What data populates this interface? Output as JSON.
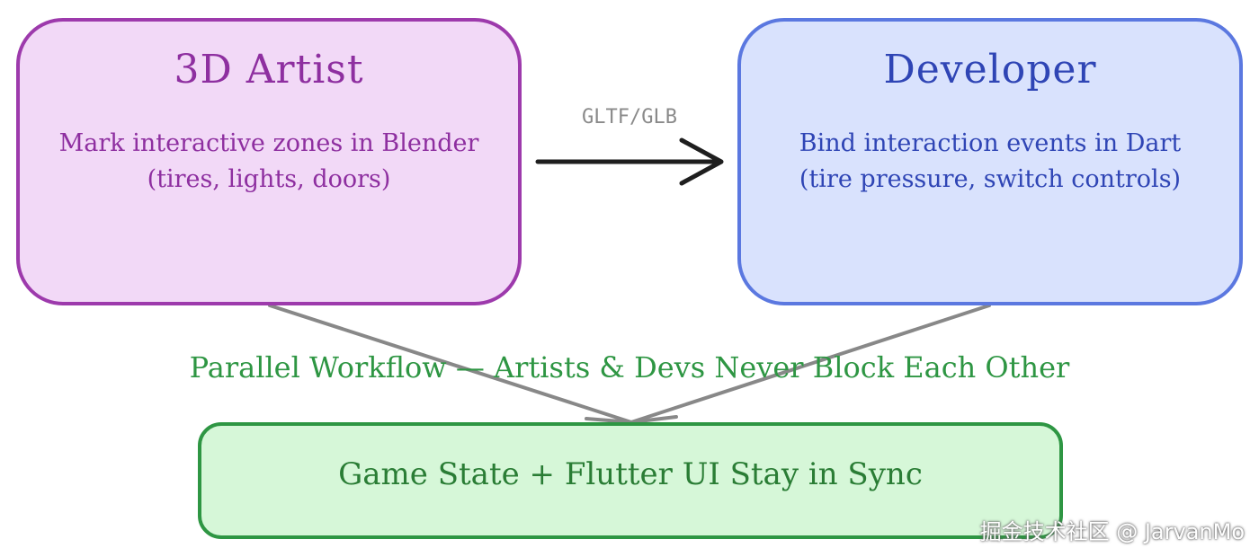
{
  "artist": {
    "title": "3D Artist",
    "line1": "Mark interactive zones in Blender",
    "line2": "(tires, lights, doors)"
  },
  "developer": {
    "title": "Developer",
    "line1": "Bind interaction events in Dart",
    "line2": "(tire pressure, switch controls)"
  },
  "handoff_arrow": {
    "label": "GLTF/GLB"
  },
  "workflow": {
    "label": "Parallel Workflow — Artists & Devs Never Block Each Other"
  },
  "result": {
    "label": "Game State + Flutter UI Stay in Sync"
  },
  "watermark": {
    "text": "掘金技术社区 @ JarvanMo"
  },
  "colors": {
    "artist_fill": "#f2d9f7",
    "artist_stroke": "#9d3aac",
    "developer_fill": "#d9e2fd",
    "developer_stroke": "#5b78e0",
    "result_fill": "#d6f7d8",
    "result_stroke": "#2e9643",
    "connector": "#888888",
    "arrow": "#1e1e1e"
  }
}
